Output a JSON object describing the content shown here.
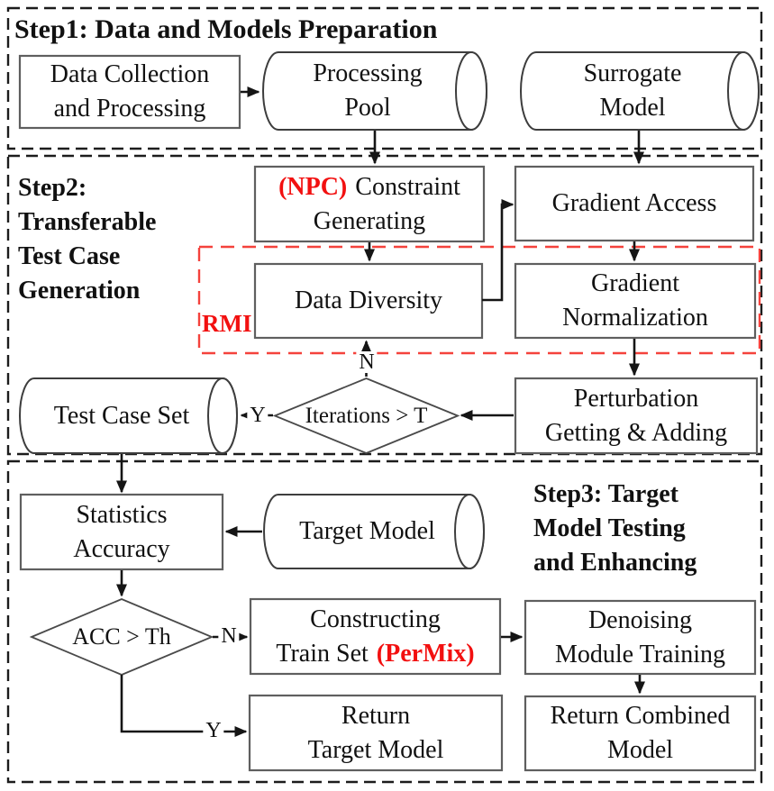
{
  "colors": {
    "accent_red": "#f21010",
    "red_dash_border": "#f4423c",
    "box_border": "#5f5f5f",
    "cylinder_stroke": "#3d3d3d",
    "arrow": "#151515",
    "section_dash_border": "#1c1c1c",
    "background": "#ffffff"
  },
  "sections": {
    "step1": {
      "title": "Step1: Data and Models Preparation"
    },
    "step2": {
      "title_lines": [
        "Step2:",
        "Transferable",
        "Test Case",
        "Generation"
      ],
      "rmi_label": "RMI"
    },
    "step3": {
      "title_lines": [
        "Step3: Target",
        "Model Testing",
        "and Enhancing"
      ]
    }
  },
  "nodes": {
    "data_collection": {
      "lines": [
        "Data Collection",
        "and Processing"
      ]
    },
    "processing_pool": {
      "lines": [
        "Processing",
        "Pool"
      ]
    },
    "surrogate_model": {
      "lines": [
        "Surrogate",
        "Model"
      ]
    },
    "constraint_generating": {
      "tag": "(NPC)",
      "line1": "Constraint",
      "line2": "Generating"
    },
    "gradient_access": {
      "label": "Gradient Access"
    },
    "data_diversity": {
      "label": "Data Diversity"
    },
    "gradient_normalization": {
      "lines": [
        "Gradient",
        "Normalization"
      ]
    },
    "perturbation": {
      "lines": [
        "Perturbation",
        "Getting & Adding"
      ]
    },
    "iterations_decision": {
      "label": "Iterations > T"
    },
    "test_case_set": {
      "label": "Test Case Set"
    },
    "statistics_accuracy": {
      "lines": [
        "Statistics",
        "Accuracy"
      ]
    },
    "target_model": {
      "label": "Target Model"
    },
    "acc_decision": {
      "label": "ACC > Th"
    },
    "constructing_train_set": {
      "line1": "Constructing",
      "line2": "Train Set",
      "tag": "(PerMix)"
    },
    "denoising_module": {
      "lines": [
        "Denoising",
        "Module Training"
      ]
    },
    "return_target_model": {
      "lines": [
        "Return",
        "Target Model"
      ]
    },
    "return_combined_model": {
      "lines": [
        "Return Combined",
        "Model"
      ]
    }
  },
  "edge_labels": {
    "iterations_yes": "Y",
    "iterations_no": "N",
    "acc_no": "N",
    "acc_yes": "Y"
  }
}
